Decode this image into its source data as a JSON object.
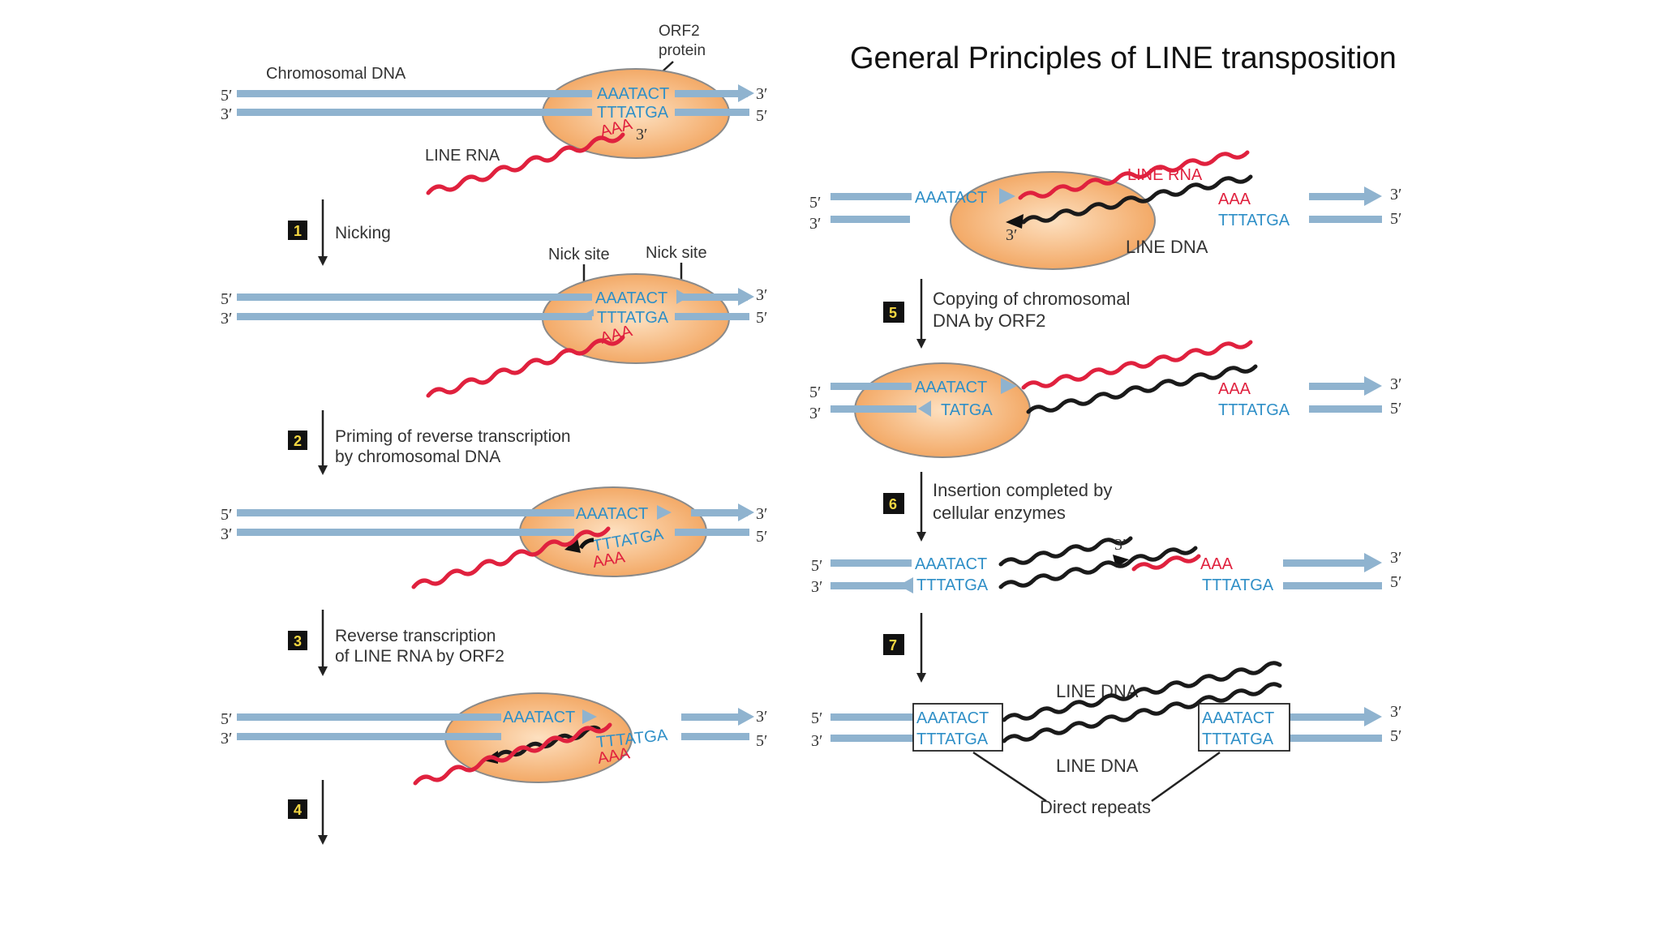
{
  "title": "General Principles of LINE transposition",
  "labels": {
    "chromosomal_dna": "Chromosomal DNA",
    "orf2_line1": "ORF2",
    "orf2_line2": "protein",
    "line_rna": "LINE RNA",
    "line_dna": "LINE DNA",
    "nick_site": "Nick site",
    "direct_repeats": "Direct repeats",
    "five_prime": "5′",
    "three_prime": "3′",
    "aaa": "AAA",
    "aaatact": "AAATACT",
    "tttatga": "TTTATGA",
    "tatga": "TATGA"
  },
  "steps": [
    {
      "num": "1",
      "l1": "Nicking",
      "l2": ""
    },
    {
      "num": "2",
      "l1": "Priming of reverse transcription",
      "l2": "by  chromosomal DNA"
    },
    {
      "num": "3",
      "l1": "Reverse transcription",
      "l2": "of LINE RNA by ORF2"
    },
    {
      "num": "4",
      "l1": "",
      "l2": ""
    },
    {
      "num": "5",
      "l1": "Copying of chromosomal",
      "l2": "DNA by ORF2"
    },
    {
      "num": "6",
      "l1": "Insertion completed by",
      "l2": "cellular enzymes"
    },
    {
      "num": "7",
      "l1": "",
      "l2": ""
    }
  ],
  "colors": {
    "strand": "#8fb3cf",
    "rna": "#e0213e",
    "sequence": "#2f8fc7",
    "orf2": "#f5b77a"
  }
}
